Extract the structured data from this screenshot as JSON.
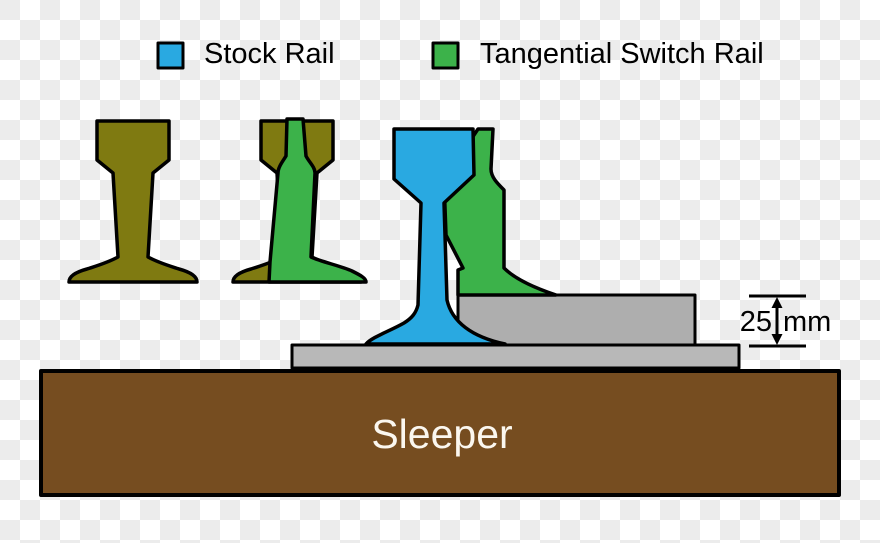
{
  "legend": {
    "items": [
      {
        "label": "Stock Rail",
        "color": "#29A9E1"
      },
      {
        "label": "Tangential Switch Rail",
        "color": "#3CB24A"
      }
    ]
  },
  "diagram": {
    "sleeper_label": "Sleeper",
    "dimension": {
      "value": "25",
      "unit": "mm"
    },
    "colors": {
      "stock_rail": "#29A9E1",
      "switch_rail": "#3CB24A",
      "old_rail": "#7F7A11",
      "riser_block": "#AEAEAE",
      "base_plate": "#B8B8B8",
      "sleeper": "#764D20",
      "outline": "#000000",
      "label_text": "#000000",
      "sleeper_text": "#FBF7EF"
    }
  }
}
